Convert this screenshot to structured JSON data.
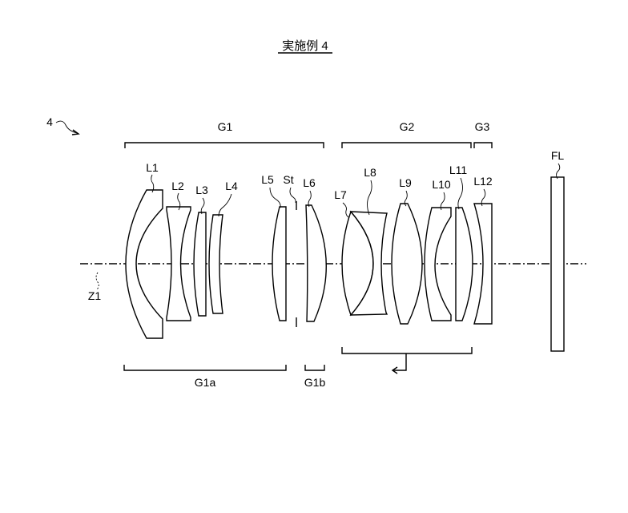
{
  "title": "実施例 4",
  "figure_number": "4",
  "axis_label": "Z1",
  "groups": {
    "g1": "G1",
    "g2": "G2",
    "g3": "G3",
    "g1a": "G1a",
    "g1b": "G1b"
  },
  "lenses": [
    "L1",
    "L2",
    "L3",
    "L4",
    "L5",
    "L6",
    "L7",
    "L8",
    "L9",
    "L10",
    "L11",
    "L12"
  ],
  "stop": "St",
  "filter": "FL"
}
